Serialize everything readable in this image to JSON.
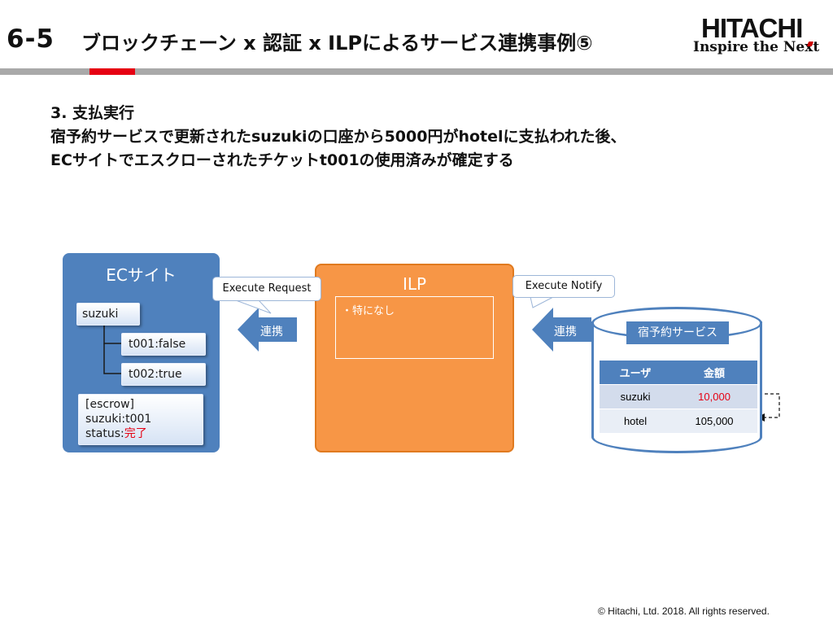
{
  "header": {
    "section_number": "6-5",
    "title": "ブロックチェーン x 認証 x ILPによるサービス連携事例⑤",
    "logo_brand": "HITACHI",
    "logo_tagline": "Inspire the Next"
  },
  "colors": {
    "accent_red": "#e60012",
    "blue": "#4f81bd",
    "orange": "#f79646",
    "gray_bar": "#a9a9a9"
  },
  "body": {
    "line1": "3. 支払実行",
    "line2": "宿予約サービスで更新されたsuzukiの口座から5000円がhotelに支払われた後、",
    "line3": "ECサイトでエスクローされたチケットt001の使用済みが確定する"
  },
  "ec_site": {
    "title": "ECサイト",
    "user": "suzuki",
    "ticket1": "t001:false",
    "ticket2": "t002:true",
    "escrow_line1": "[escrow]",
    "escrow_line2": "suzuki:t001",
    "escrow_status_label": "status:",
    "escrow_status_value": "完了"
  },
  "ilp": {
    "title": "ILP",
    "note": "・特になし"
  },
  "callouts": {
    "execute_request": "Execute Request",
    "execute_notify": "Execute Notify"
  },
  "arrows": {
    "left_label": "連携",
    "right_label": "連携"
  },
  "hotel_service": {
    "title": "宿予約サービス",
    "columns": [
      "ユーザ",
      "金額"
    ],
    "rows": [
      {
        "user": "suzuki",
        "amount": "10,000"
      },
      {
        "user": "hotel",
        "amount": "105,000"
      }
    ]
  },
  "footer": {
    "copyright": "© Hitachi, Ltd. 2018. All rights reserved."
  }
}
